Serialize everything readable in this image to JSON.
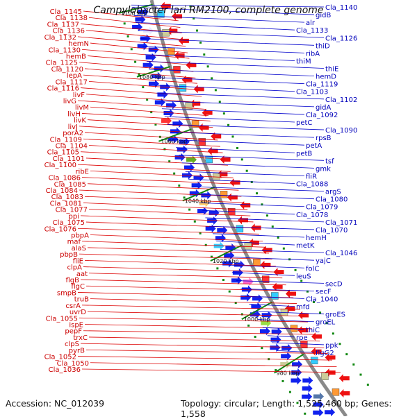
{
  "title": "Campylobacter lari RM2100, complete genome",
  "footer": {
    "accession": "Accession: NC_012039",
    "summary": "Topology: circular; Length: 1,525,460 bp; Genes: 1,558"
  },
  "colors": {
    "left": "#cc0000",
    "right": "#0000bb",
    "backbone": "#888888",
    "tick": "#117711"
  },
  "ticks": [
    "1100 kbp",
    "1080 kbp",
    "1060 kbp",
    "1040 kbp",
    "1020 kbp",
    "1000 kbp",
    "980 kbp"
  ],
  "labels_left": [
    "Cla_1145",
    "Cla_1138",
    "Cla_1137",
    "Cla_1136",
    "Cla_1132",
    "hemN",
    "Cla_1130",
    "hemB",
    "Cla_1125",
    "Cla_1120",
    "lepA",
    "Cla_1117",
    "Cla_1116",
    "livF",
    "livG",
    "livM",
    "livH",
    "livK",
    "livJ",
    "porA2",
    "Cla_1109",
    "Cla_1104",
    "Cla_1105",
    "Cla_1101",
    "Cla_1100",
    "ribE",
    "Cla_1086",
    "Cla_1085",
    "Cla_1084",
    "Cla_1083",
    "Cla_1081",
    "Cla_1077",
    "ppi",
    "Cla_1075",
    "Cla_1076",
    "pbpA",
    "maf",
    "alaS",
    "pbpB",
    "fliE",
    "clpA",
    "aat",
    "flgB",
    "flgC",
    "smpB",
    "truB",
    "csrA",
    "uvrD",
    "Cla_1055",
    "ispE",
    "pepF",
    "trxC",
    "clpS",
    "pyrB",
    "Cla_1052",
    "Cla_1050",
    "Cla_1036"
  ],
  "labels_right": [
    "Cla_1140",
    "gidB",
    "alr",
    "Cla_1133",
    "Cla_1126",
    "thiD",
    "ribA",
    "thiM",
    "thiE",
    "hemD",
    "Cla_1119",
    "Cla_1103",
    "Cla_1102",
    "gidA",
    "Cla_1092",
    "petC",
    "Cla_1090",
    "rpsB",
    "petA",
    "petB",
    "tsf",
    "gmk",
    "fliR",
    "Cla_1088",
    "argS",
    "Cla_1080",
    "Cla_1079",
    "Cla_1078",
    "Cla_1071",
    "Cla_1070",
    "hemH",
    "metK",
    "Cla_1046",
    "yajC",
    "folC",
    "leuS",
    "secD",
    "secF",
    "Cla_1040",
    "mfd",
    "groES",
    "groEL",
    "thiC",
    "rpe",
    "ppk",
    "flgG2"
  ]
}
